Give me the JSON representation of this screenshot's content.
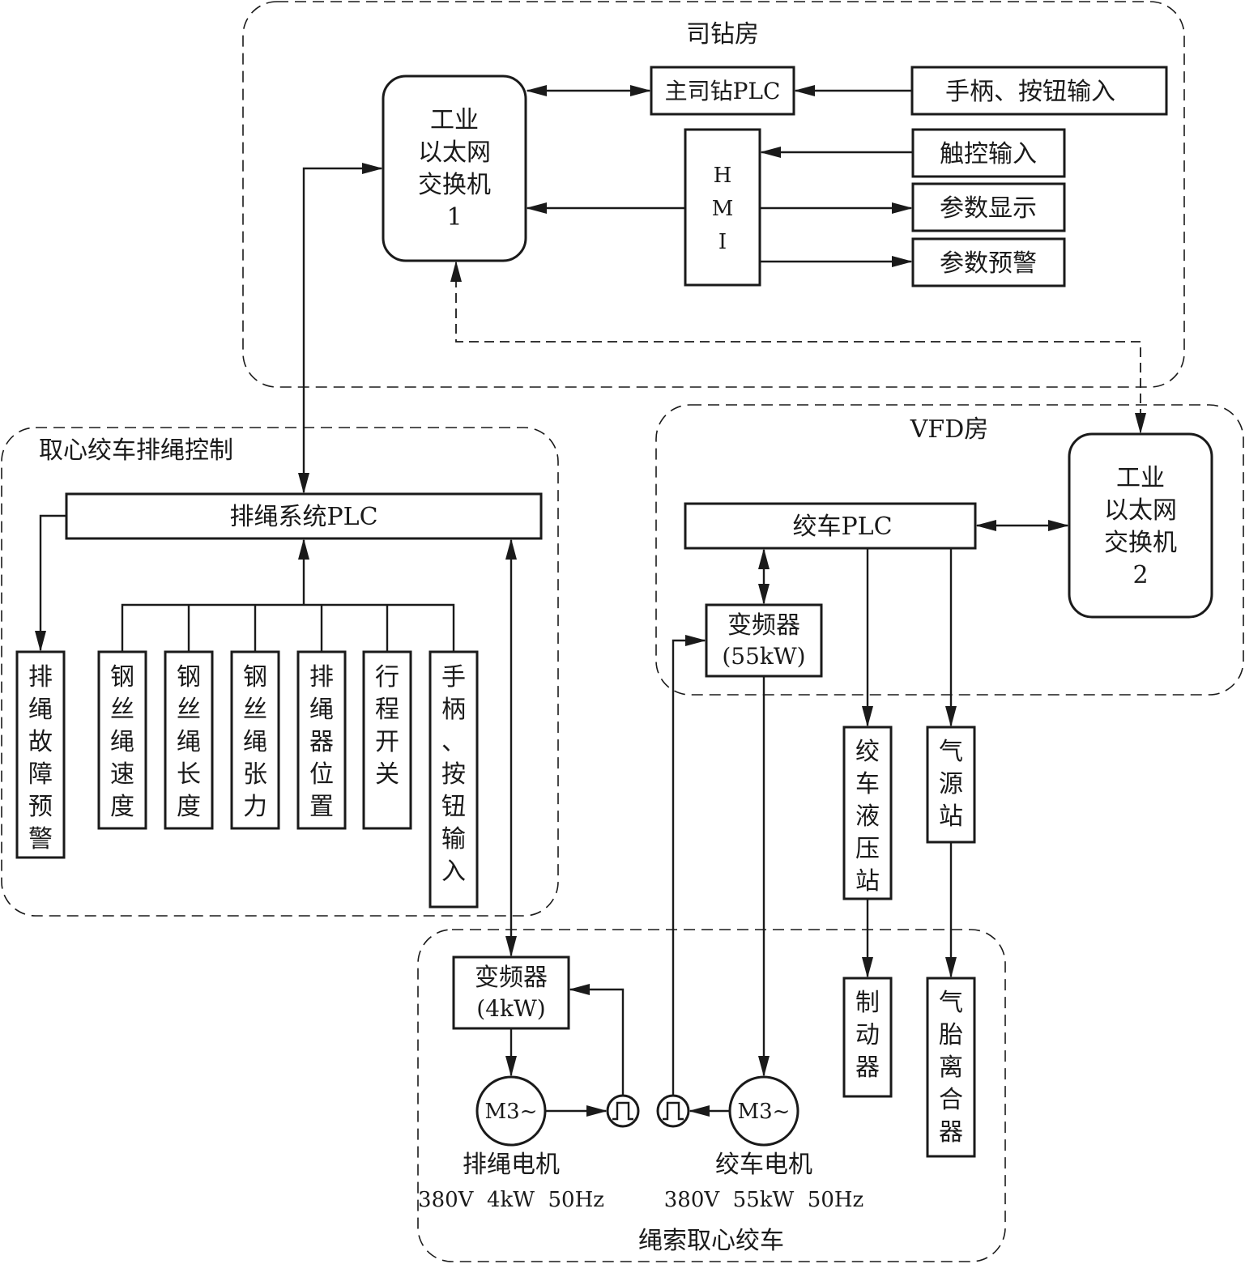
{
  "regions": {
    "drill_room": "司钻房",
    "spooling_control": "取心绞车排绳控制",
    "vfd_room": "VFD房",
    "coring_winch": "绳索取心绞车"
  },
  "drill_room": {
    "switch1": [
      "工业",
      "以太网",
      "交换机",
      "1"
    ],
    "main_plc": "主司钻PLC",
    "handle_input": "手柄、按钮输入",
    "hmi": [
      "H",
      "M",
      "I"
    ],
    "touch_input": "触控输入",
    "param_display": "参数显示",
    "param_warning": "参数预警"
  },
  "spooling": {
    "plc": "排绳系统PLC",
    "fault_warning": [
      "排",
      "绳",
      "故",
      "障",
      "预",
      "警"
    ],
    "inputs": [
      [
        "钢",
        "丝",
        "绳",
        "速",
        "度"
      ],
      [
        "钢",
        "丝",
        "绳",
        "长",
        "度"
      ],
      [
        "钢",
        "丝",
        "绳",
        "张",
        "力"
      ],
      [
        "排",
        "绳",
        "器",
        "位",
        "置"
      ],
      [
        "行",
        "程",
        "开",
        "关"
      ],
      [
        "手",
        "柄",
        "、",
        "按",
        "钮",
        "输",
        "入"
      ]
    ]
  },
  "vfd_room": {
    "switch2": [
      "工业",
      "以太网",
      "交换机",
      "2"
    ],
    "winch_plc": "绞车PLC",
    "vfd_55": [
      "变频器",
      "(55kW)"
    ],
    "hydraulic": [
      "绞",
      "车",
      "液",
      "压",
      "站"
    ],
    "air_source": [
      "气",
      "源",
      "站"
    ]
  },
  "winch": {
    "vfd_4": [
      "变频器",
      "(4kW)"
    ],
    "motor_symbol": "M3~",
    "spool_motor": "排绳电机",
    "spool_motor_spec": "380V  4kW  50Hz",
    "winch_motor": "绞车电机",
    "winch_motor_spec": "380V  55kW  50Hz",
    "brake": [
      "制",
      "动",
      "器"
    ],
    "clutch": [
      "气",
      "胎",
      "离",
      "合",
      "器"
    ]
  }
}
